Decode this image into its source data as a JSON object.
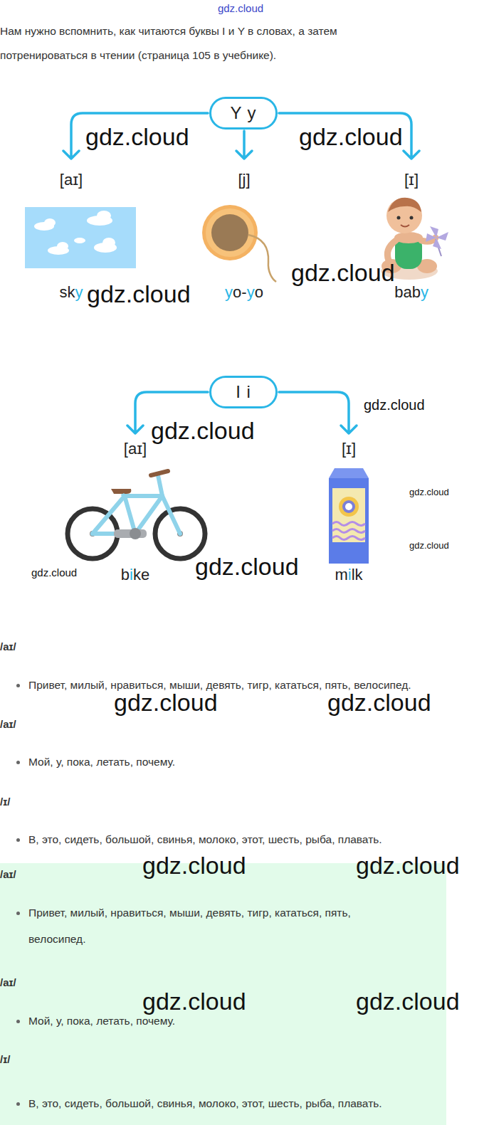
{
  "diagram": {
    "nodes": [
      {
        "text": [
          "Y y"
        ]
      },
      {
        "text": [
          "[aɪ]",
          "sky"
        ]
      },
      {
        "text": [
          "[j]",
          "yo-yo"
        ]
      },
      {
        "text": [
          "[ɪ]",
          "baby"
        ]
      },
      {
        "text": [
          "I i"
        ]
      },
      {
        "text": [
          "[aɪ]",
          "bike"
        ]
      },
      {
        "text": [
          "[ɪ]",
          "milk"
        ]
      },
      {
        "text": [
          "/aɪ/",
          "Привет, милый, нравиться, мыши, девять, тигр, кататься, пять, велосипед.",
          "/aɪ/",
          "Мой, у, пока, летать, почему.",
          "/ɪ/",
          "В, это, сидеть, большой, свинья, молоко, этот, шесть, рыба, плавать."
        ]
      }
    ],
    "edges": [
      {
        "from": 0,
        "to": 1,
        "arrow": "to"
      },
      {
        "from": 0,
        "to": 2,
        "arrow": "to"
      },
      {
        "from": 0,
        "to": 3,
        "arrow": "to"
      },
      {
        "from": 4,
        "to": 5,
        "arrow": "to"
      },
      {
        "from": 4,
        "to": 6,
        "arrow": "to"
      }
    ],
    "labels": [
      "gdz.cloud",
      "Нам нужно вспомнить, как читаются буквы I и Y в словах, а затем потренироваться в чтении (страница 105 в учебнике).",
      "gdz.cloud",
      "gdz.cloud",
      "gdz.cloud",
      "gdz.cloud",
      "gdz.cloud",
      "gdz.cloud",
      "gdz.cloud",
      "gdz.cloud",
      "gdz.cloud",
      "gdz.cloud",
      "/aɪ/",
      "Привет, милый, нравиться, мыши, девять, тигр, кататься, пять, велосипед.",
      "gdz.cloud",
      "gdz.cloud",
      "/aɪ/",
      "Мой, у, пока, летать, почему.",
      "/ɪ/",
      "В, это, сидеть, большой, свинья, молоко, этот, шесть, рыба, плавать.",
      "gdz.cloud",
      "gdz.cloud",
      "gdz.cloud",
      "gdz.cloud"
    ]
  }
}
